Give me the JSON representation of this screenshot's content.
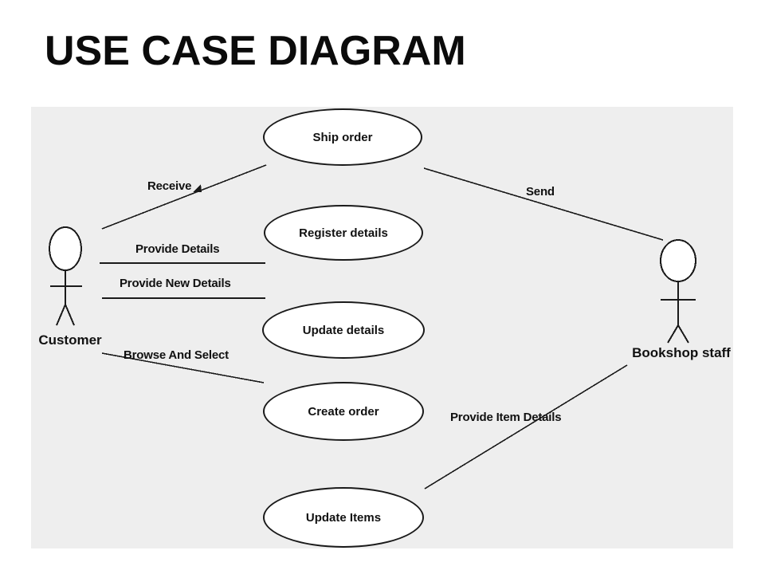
{
  "title": "USE CASE DIAGRAM",
  "diagram": {
    "type": "uml-use-case-diagram",
    "use_cases": [
      {
        "label": "Ship order"
      },
      {
        "label": "Register details"
      },
      {
        "label": "Update details"
      },
      {
        "label": "Create order"
      },
      {
        "label": "Update Items"
      }
    ],
    "actors": [
      {
        "label": "Customer",
        "position": "left"
      },
      {
        "label": "Bookshop staff",
        "position": "right"
      }
    ],
    "edges": [
      {
        "label": "Receive",
        "from": "Customer",
        "to": "Ship order"
      },
      {
        "label": "Send",
        "from": "Ship order",
        "to": "Bookshop staff"
      },
      {
        "label": "Provide Details",
        "from": "Customer",
        "to": "Register details"
      },
      {
        "label": "Provide New Details",
        "from": "Customer",
        "to": "Update details"
      },
      {
        "label": "Browse And Select",
        "from": "Customer",
        "to": "Create order"
      },
      {
        "label": "Provide Item Details",
        "from": "Update Items",
        "to": "Bookshop staff"
      }
    ],
    "colors": {
      "page_bg": "#ffffff",
      "panel_bg": "#eeeeee",
      "line": "#1a1a1a",
      "shape_fill": "#ffffff",
      "text": "#111111"
    }
  }
}
